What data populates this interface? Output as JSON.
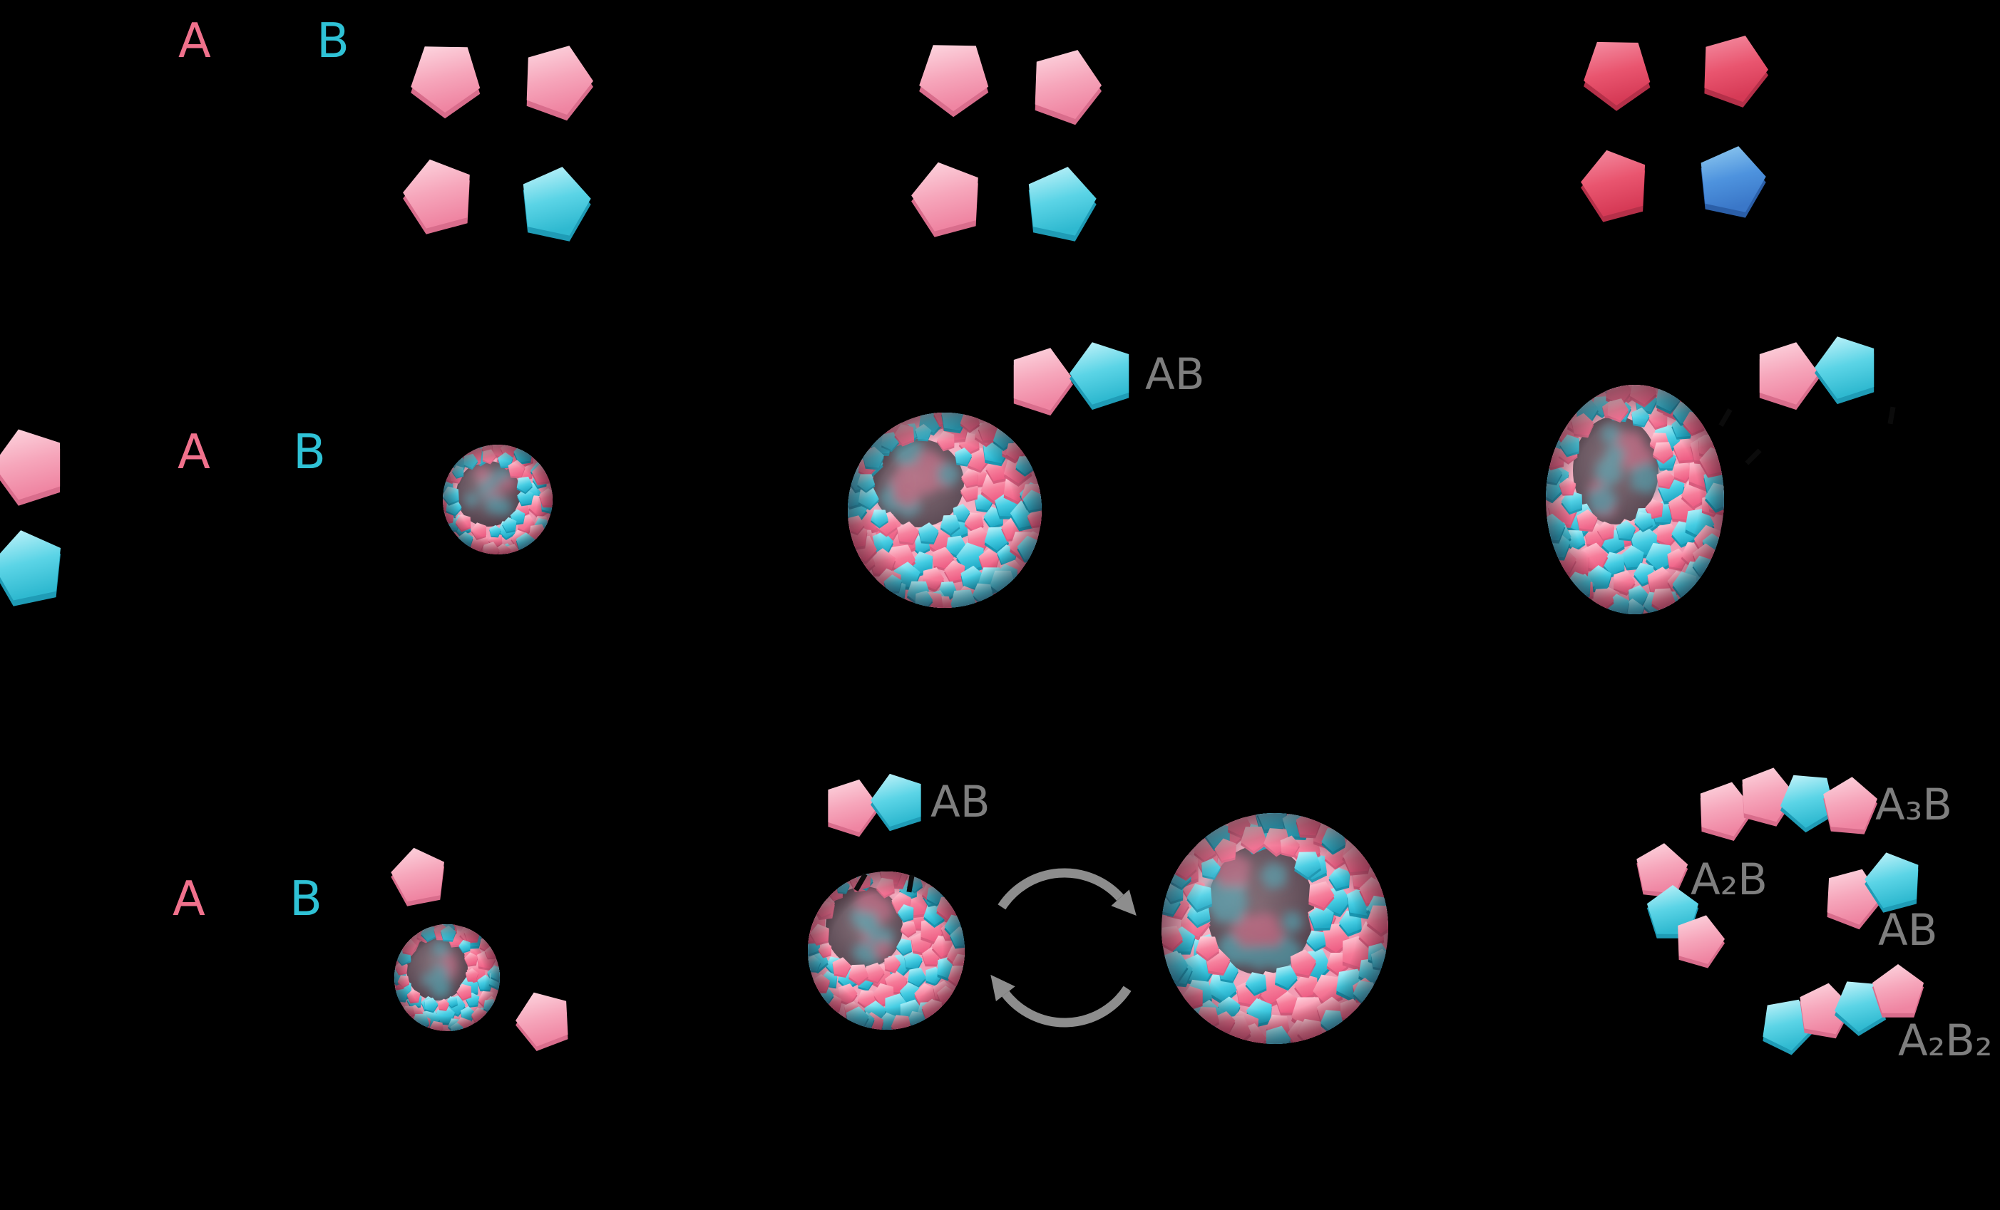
{
  "colors": {
    "background": "#000000",
    "label_a": "#f0718c",
    "label_b": "#2fc2d6",
    "label_gray": "#7e7e7e",
    "arrow_gray": "#8d8d8d",
    "dash_black": "#0b0b0b",
    "pentagon_pink": "#f6a6bb",
    "pentagon_cyan": "#5bd4e6",
    "pentagon_red_dark": "#e9556f",
    "pentagon_blue_dark": "#4e93de",
    "shell_tile_pink": "#f67d9a",
    "shell_tile_cyan": "#45cde3"
  },
  "labels": {
    "a": "A",
    "b": "B",
    "ab": "AB",
    "a3b": "A₃B",
    "a2b": "A₂B",
    "a2b2": "A₂B₂"
  }
}
